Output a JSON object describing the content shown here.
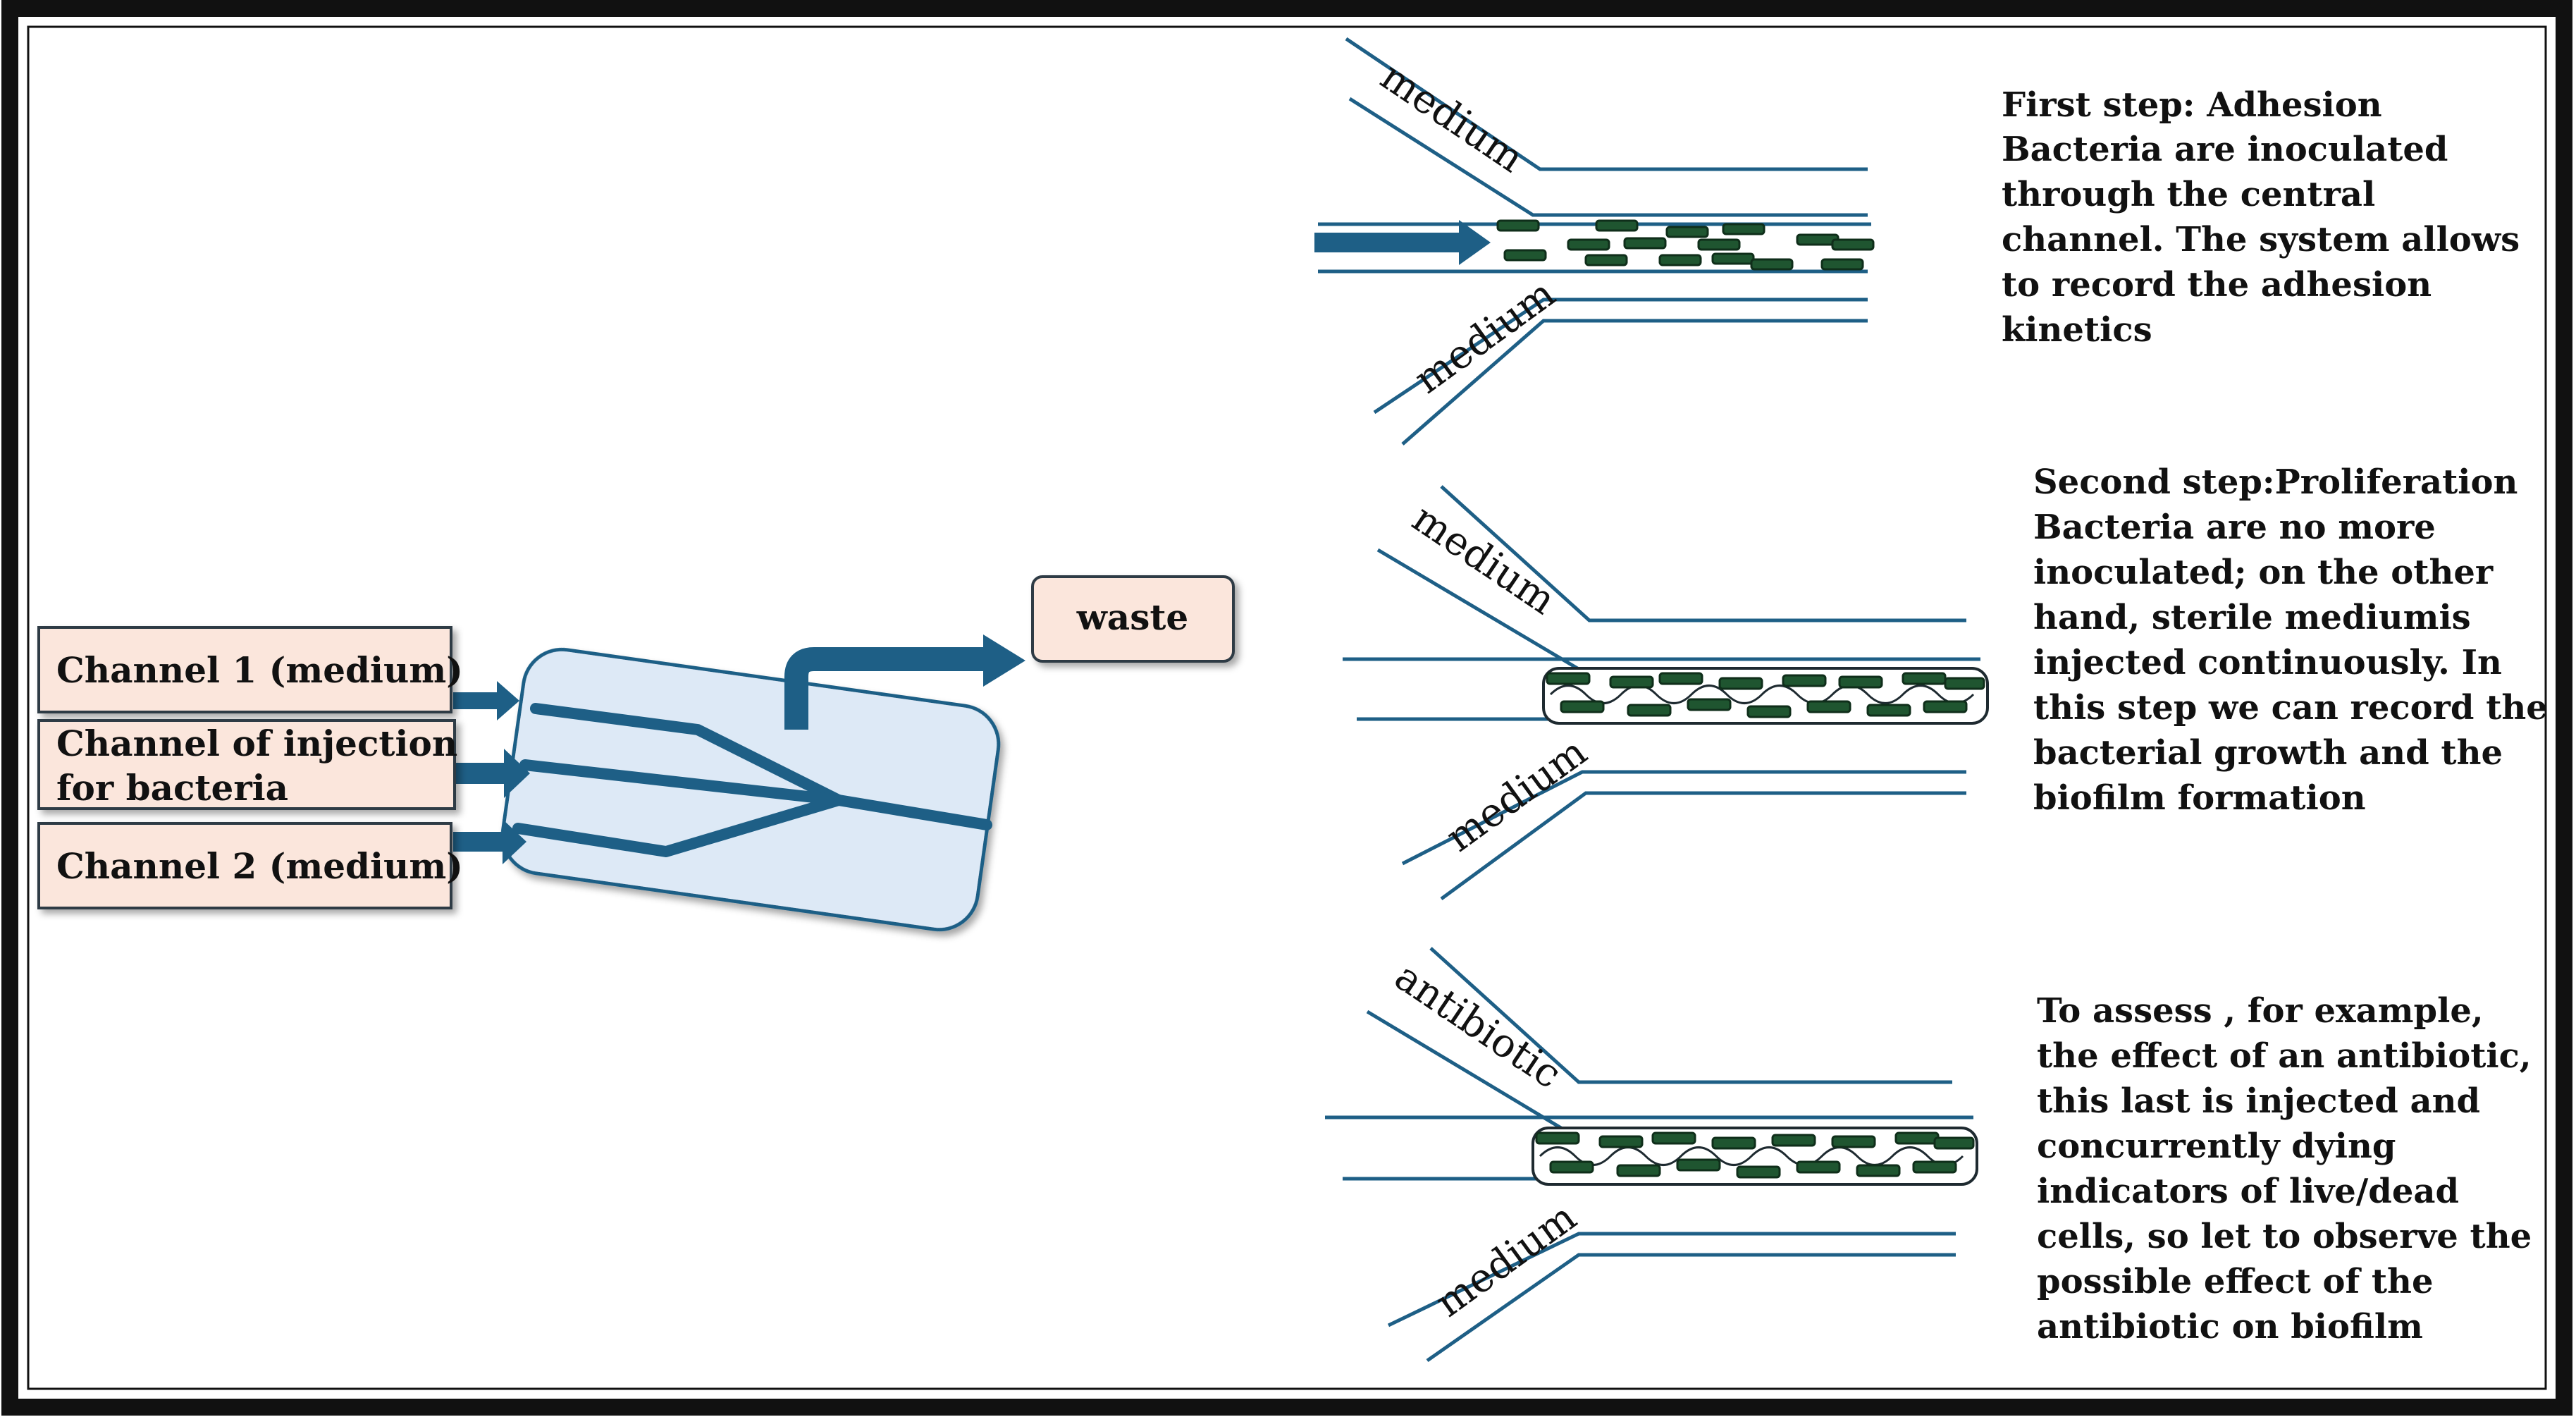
{
  "colors": {
    "channel_blue": "#1e5f86",
    "chip_fill": "#dde9f6",
    "box_fill": "#fbe6dc",
    "bacteria": "#1f5530",
    "frame": "#111111"
  },
  "inputs": {
    "channel1": "Channel 1  (medium)",
    "injection_line1": "Channel of injection",
    "injection_line2": "for bacteria",
    "channel2": "Channel 2  (medium)"
  },
  "outlet": {
    "waste": "waste"
  },
  "panels": {
    "adhesion": {
      "top_label": "medium",
      "bottom_label": "medium",
      "text": [
        "First step: Adhesion",
        "Bacteria are inoculated",
        "through the central",
        "channel. The system allows",
        "to record the adhesion",
        "kinetics"
      ]
    },
    "proliferation": {
      "top_label": "medium",
      "bottom_label": "medium",
      "text": [
        "Second step:Proliferation",
        "Bacteria  are no more",
        "inoculated; on the other",
        "hand, sterile mediumis",
        "injected continuously. In",
        "this step we can record the",
        "bacterial growth and the",
        "biofilm  formation"
      ]
    },
    "antibiotic": {
      "top_label": "antibiotic",
      "bottom_label": "medium",
      "text": [
        "To assess  , for example,",
        "the effect of an antibiotic,",
        "this last is injected and",
        "concurrently dying",
        "indicators of live/dead",
        "cells, so let to observe the",
        "possible  effect of the",
        "antibiotic on biofilm"
      ]
    }
  }
}
